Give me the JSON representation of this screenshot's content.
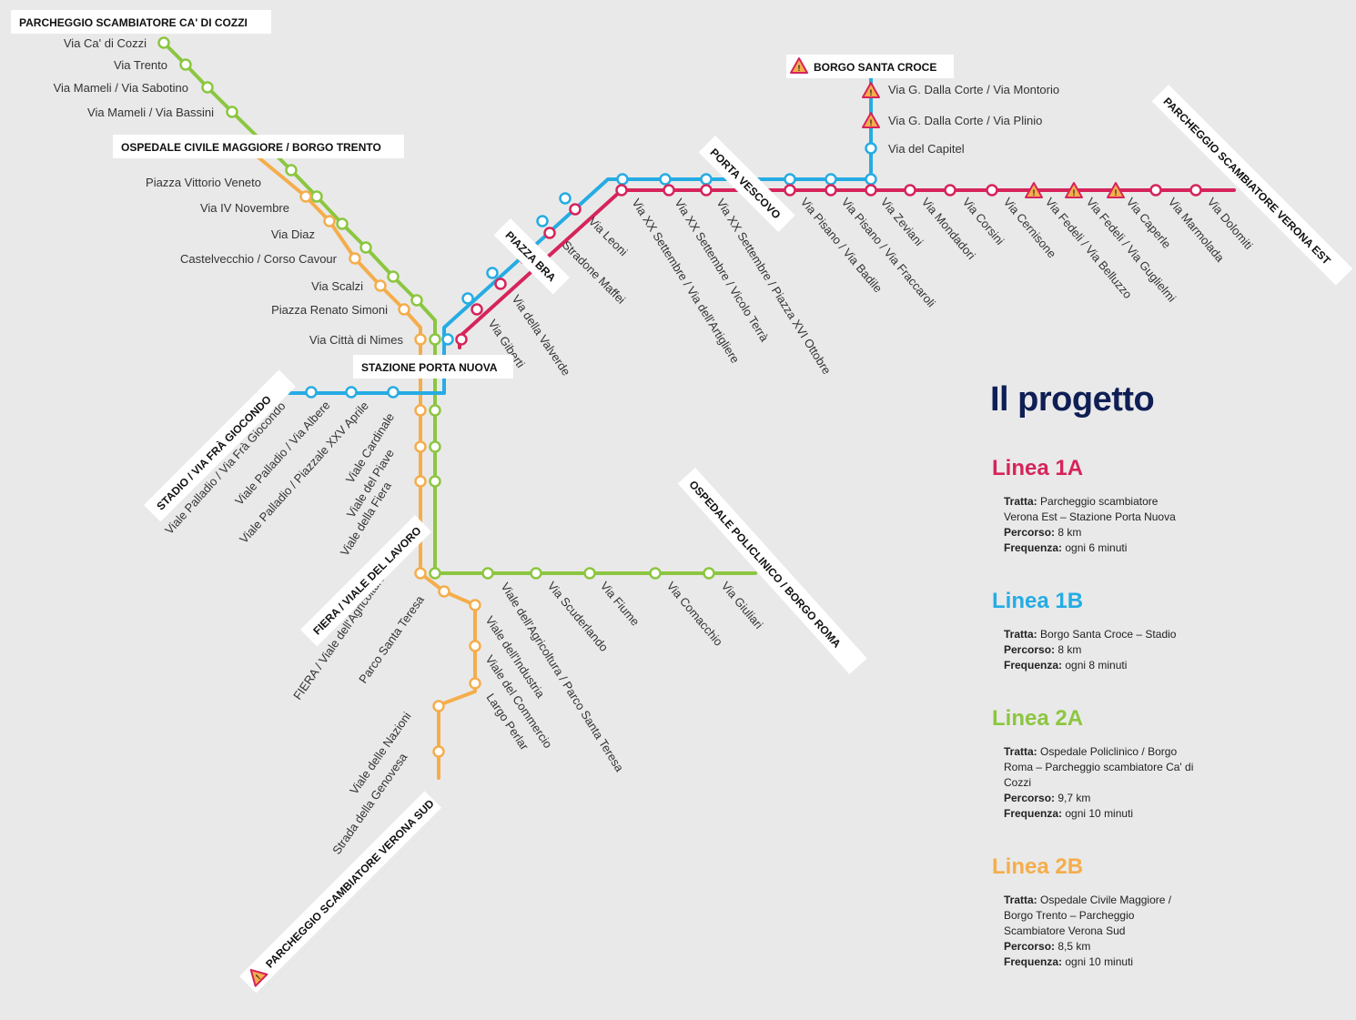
{
  "colors": {
    "line_1A": "#d6245a",
    "line_1B": "#25ace3",
    "line_2A": "#8cc640",
    "line_2B": "#f5ad4c",
    "title": "#0f1f55",
    "background": "#e9e9e9"
  },
  "terminals": [
    {
      "id": "cadicozzi",
      "label": "PARCHEGGIO SCAMBIATORE CA' DI COZZI"
    },
    {
      "id": "ospedale_civile",
      "label": "OSPEDALE CIVILE MAGGIORE / BORGO TRENTO"
    },
    {
      "id": "borgo_santa_croce",
      "label": "BORGO SANTA CROCE",
      "icon": "warning-icon"
    },
    {
      "id": "verona_est",
      "label": "PARCHEGGIO SCAMBIATORE VERONA EST"
    },
    {
      "id": "porta_vescovo",
      "label": "PORTA VESCOVO"
    },
    {
      "id": "piazza_bra",
      "label": "PIAZZA BRA"
    },
    {
      "id": "stazione",
      "label": "STAZIONE PORTA NUOVA"
    },
    {
      "id": "stadio",
      "label": "STADIO / VIA FRÀ GIOCONDO"
    },
    {
      "id": "fiera",
      "label": "FIERA / VIALE DEL LAVORO"
    },
    {
      "id": "policlinico",
      "label": "OSPEDALE POLICLINICO / BORGO ROMA"
    },
    {
      "id": "verona_sud",
      "label": "PARCHEGGIO SCAMBIATORE VERONA SUD",
      "icon": "warning-icon"
    }
  ],
  "stops": {
    "line_2A_north": [
      "Via Ca' di Cozzi",
      "Via Trento",
      "Via Mameli / Via Sabotino",
      "Via Mameli / Via Bassini"
    ],
    "line_2B_north": [
      "Piazza Vittorio Veneto",
      "Via IV Novembre",
      "Via Diaz",
      "Castelvecchio / Corso Cavour",
      "Via Scalzi",
      "Piazza Renato Simoni",
      "Via Città di Nimes"
    ],
    "line_1B_north": [
      "Via G. Dalla Corte / Via Montorio",
      "Via G. Dalla Corte / Via Plinio",
      "Via del Capitel"
    ],
    "line_1A_east": [
      "Via Leoni",
      "Stradone Maffei",
      "Via della Valverde",
      "Via Giberti",
      "Via XX Settembre / Via dell'Artigliere",
      "Via XX Settembre / Vicolo Terrà",
      "Via XX Settembre / Piazza XVI Ottobre",
      "Via Pisano / Via Badile",
      "Via Pisano / Via Fraccaroli",
      "Via Zeviani",
      "Via Mondadori",
      "Via Corsini",
      "Via Cernisone",
      "Via Fedeli / Via Belluzzo",
      "Via Fedeli / Via Guglielmi",
      "Via Caperle",
      "Via Marmolada",
      "Via Dolomiti"
    ],
    "line_1B_west": [
      "Viale Palladio / Via Frà Giocondo",
      "Viale Palladio / Via Albere",
      "Viale Palladio / Piazzale XXV Aprile"
    ],
    "south_trunk": [
      "Viale Cardinale",
      "Viale del Piave",
      "Viale della Fiera"
    ],
    "line_2A_east": [
      "Viale dell'Agricoltura / Parco Santa Teresa",
      "Via Scuderlando",
      "Via Fiume",
      "Via Comacchio",
      "Via Giuliari"
    ],
    "line_2B_south": [
      "FIERA / Viale dell'Agricoltura",
      "Parco Santa Teresa",
      "Viale dell'Industria",
      "Viale del Commercio",
      "Largo Perlar",
      "Viale delle Nazioni",
      "Strada della Genovesa"
    ]
  },
  "legend": {
    "title": "Il progetto",
    "lines": [
      {
        "name": "Linea 1A",
        "color": "#d6245a",
        "tratta_label": "Tratta:",
        "tratta": "Parcheggio scambiatore Verona Est – Stazione Porta Nuova",
        "percorso_label": "Percorso:",
        "percorso": "8 km",
        "frequenza_label": "Frequenza:",
        "frequenza": "ogni 6 minuti"
      },
      {
        "name": "Linea 1B",
        "color": "#25ace3",
        "tratta_label": "Tratta:",
        "tratta": "Borgo Santa Croce – Stadio",
        "percorso_label": "Percorso:",
        "percorso": "8 km",
        "frequenza_label": "Frequenza:",
        "frequenza": "ogni 8 minuti"
      },
      {
        "name": "Linea 2A",
        "color": "#8cc640",
        "tratta_label": "Tratta:",
        "tratta": "Ospedale Policlinico / Borgo Roma – Parcheggio scambiatore Ca' di Cozzi",
        "percorso_label": "Percorso:",
        "percorso": "9,7 km",
        "frequenza_label": "Frequenza:",
        "frequenza": "ogni 10 minuti"
      },
      {
        "name": "Linea 2B",
        "color": "#f5ad4c",
        "tratta_label": "Tratta:",
        "tratta": "Ospedale Civile Maggiore / Borgo Trento – Parcheggio Scambiatore Verona Sud",
        "percorso_label": "Percorso:",
        "percorso": "8,5 km",
        "frequenza_label": "Frequenza:",
        "frequenza": "ogni 10 minuti"
      }
    ]
  }
}
